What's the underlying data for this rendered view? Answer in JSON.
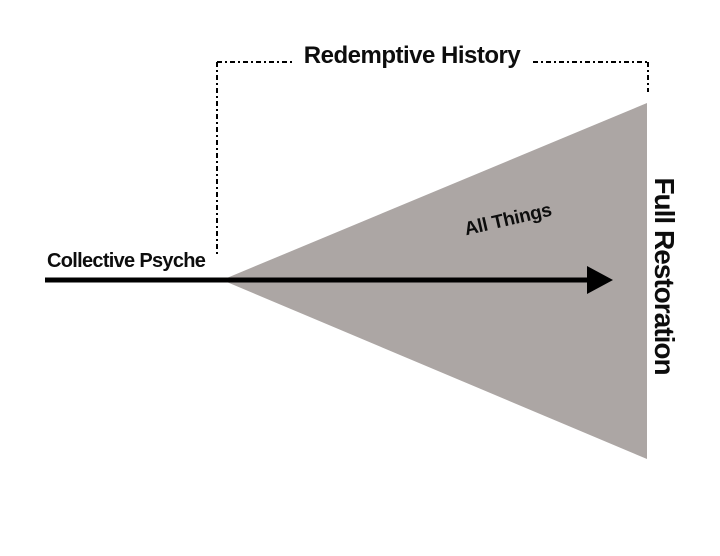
{
  "diagram": {
    "title": "Redemptive History",
    "start_label": "Collective Psyche",
    "triangle_label": "All Things",
    "end_label": "Full Restoration",
    "colors": {
      "triangle_fill": "#aca6a4",
      "line": "#000000",
      "text": "#0d0d0d",
      "background": "#ffffff"
    }
  }
}
